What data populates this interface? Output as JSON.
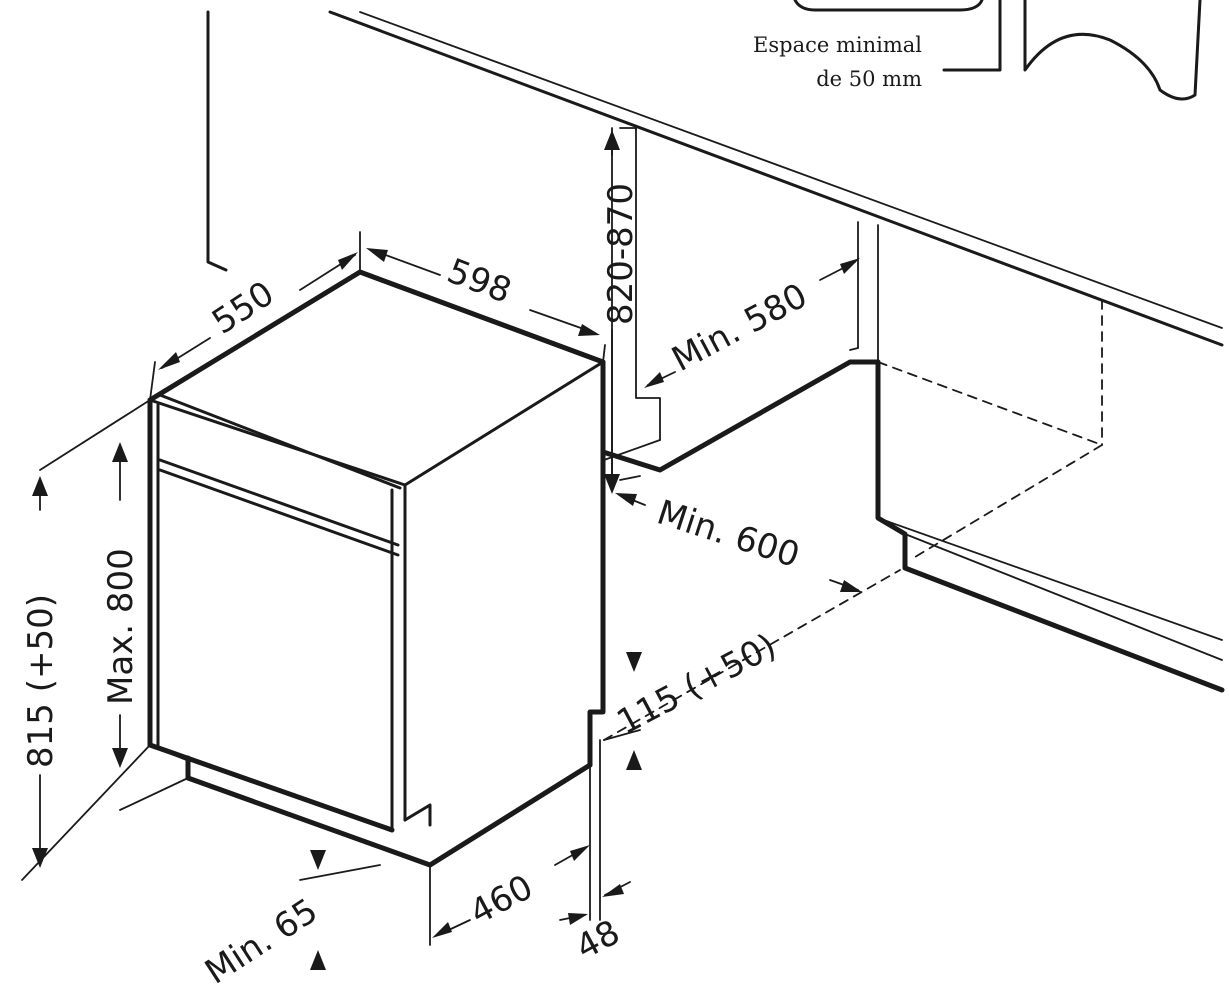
{
  "note": {
    "line1": "Espace minimal",
    "line2": "de 50 mm"
  },
  "dimensions": {
    "depth": "550",
    "width": "598",
    "niche_height": "820-870",
    "min_depth": "Min. 580",
    "min_width": "Min. 600",
    "plinth": "115 (+50)",
    "height": "815 (+50)",
    "max_door": "Max. 800",
    "min_clearance": "Min. 65",
    "door_depth": "460",
    "recess": "48"
  },
  "colors": {
    "line": "#1a1a1a",
    "background": "#ffffff"
  }
}
